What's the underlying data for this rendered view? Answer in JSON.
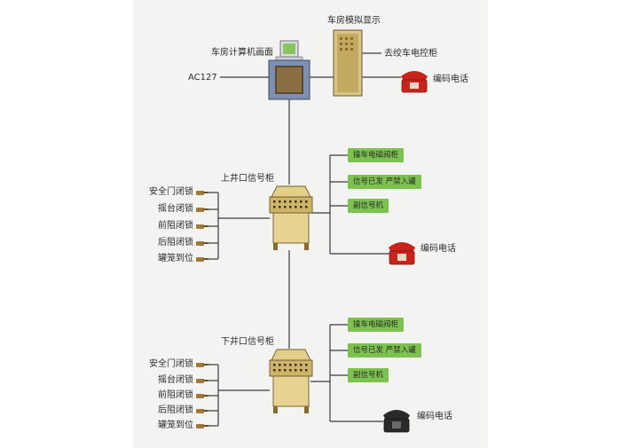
{
  "top": {
    "sim_display_label": "车房模拟显示",
    "computer_label": "车房计算机画面",
    "ac_label": "AC127",
    "winch_cabinet_label": "去绞车电控柜",
    "phone_label": "编码电话"
  },
  "upper": {
    "title": "上井口信号柜",
    "locks": [
      "安全门闭锁",
      "摇台闭锁",
      "前阻闭锁",
      "后阻闭锁",
      "罐笼到位"
    ],
    "outputs": [
      "操车电磁阀柜",
      "信号已发  严禁入罐",
      "副信号机"
    ],
    "phone_label": "编码电话"
  },
  "lower": {
    "title": "下井口信号柜",
    "locks": [
      "安全门闭锁",
      "摇台闭锁",
      "前阻闭锁",
      "后阻闭锁",
      "罐笼到位"
    ],
    "outputs": [
      "操车电磁阀柜",
      "信号已发  严禁入罐",
      "副信号机"
    ],
    "phone_label": "编码电话"
  },
  "colors": {
    "badge": "#7cc24e",
    "cabinet": "#e4cf8a",
    "computer_blue": "#7f8fb4",
    "phone_red": "#c8241c",
    "lock_brown": "#a07a3a",
    "line": "#3a3a3a"
  }
}
